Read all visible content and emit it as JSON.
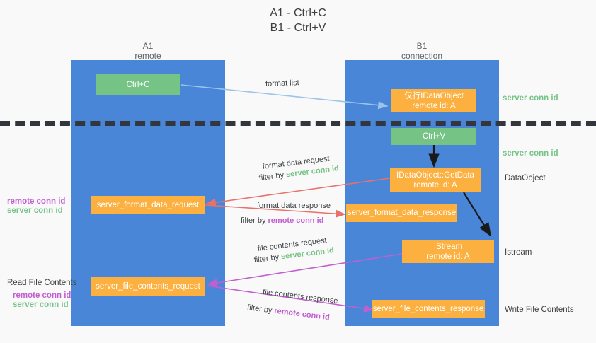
{
  "title": {
    "line1": "A1 - Ctrl+C",
    "line2": "B1 - Ctrl+V"
  },
  "columns": [
    {
      "name": "A1",
      "sub": "remote"
    },
    {
      "name": "B1",
      "sub": "connection"
    }
  ],
  "colors": {
    "lane": "#4a86d8",
    "green_box": "#76c386",
    "orange_box": "#fbb040",
    "server_conn_id": "#76c386",
    "remote_conn_id": "#c25fd0",
    "background": "#f9f9fa",
    "dashed_line": "#33373d",
    "arrow_blue": "#9cc3e8",
    "arrow_red": "#e8716a",
    "arrow_purple": "#c25fd0",
    "arrow_black": "#1a1a1a"
  },
  "boxes": {
    "ctrl_c": {
      "label": "Ctrl+C"
    },
    "idataobject": {
      "line1": "仅行IDataObject",
      "line2": "remote id: A"
    },
    "ctrl_v": {
      "label": "Ctrl+V"
    },
    "getdata": {
      "line1": "IDataObject::GetData",
      "line2": "remote id: A"
    },
    "server_format_data_request": {
      "label": "server_format_data_request"
    },
    "server_format_data_response": {
      "label": "server_format_data_response"
    },
    "istream": {
      "line1": "IStream",
      "line2": "remote id: A"
    },
    "server_file_contents_request": {
      "label": "server_file_contents_request"
    },
    "server_file_contents_response": {
      "label": "server_file_contents_response"
    }
  },
  "right_labels": {
    "server_conn_id_top": "server conn id",
    "server_conn_id_mid": "server conn id",
    "dataobject": "DataObject",
    "istream": "Istream",
    "write_file_contents": "Write File Contents"
  },
  "left_labels": {
    "remote_conn_id_1": "remote conn id",
    "server_conn_id_1": "server conn id",
    "read_file_contents": "Read File Contents",
    "remote_conn_id_2": "remote conn id",
    "server_conn_id_2": "server conn id"
  },
  "arrow_labels": {
    "format_list": "format list",
    "format_data_request": "format data request",
    "format_data_request_filter_prefix": "filter by ",
    "format_data_request_filter_key": "server conn id",
    "format_data_response": "format data response",
    "format_data_response_filter_prefix": "filter by ",
    "format_data_response_filter_key": "remote conn id",
    "file_contents_request": "file contents request",
    "file_contents_request_filter_prefix": "filter by ",
    "file_contents_request_filter_key": "server conn id",
    "file_contents_response": "file contents response",
    "file_contents_response_filter_prefix": "filter by ",
    "file_contents_response_filter_key": "remote conn id"
  }
}
